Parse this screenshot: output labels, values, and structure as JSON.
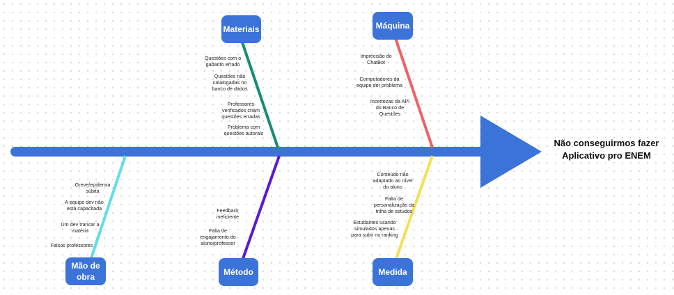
{
  "effect": "Não conseguirmos fazer Aplicativo pro ENEM",
  "colors": {
    "spine": "#3b73d9",
    "box": "#3b73d9",
    "materiais": "#178c73",
    "maquina": "#f06262",
    "mao_de_obra": "#62dde8",
    "metodo": "#5a17d8",
    "medida": "#f4df55"
  },
  "categories": {
    "materiais": {
      "label": "Materiais",
      "causes": [
        "Questões com o gabarito errado",
        "Questões não catalogadas no banco de dados",
        "Professores verificados criam questões erradas",
        "Problema com questões autorais"
      ]
    },
    "maquina": {
      "label": "Máquina",
      "causes": [
        "Imprecisão do ChatBot",
        "Computadores da equipe der problema",
        "Incertezas da API do Banco de Questões"
      ]
    },
    "mao_de_obra": {
      "label": "Mão de obra",
      "causes": [
        "Greve/epidemia súbita",
        "A equipe dev não está capacitada",
        "Um dev trancar a matéria",
        "Falsos professores"
      ]
    },
    "metodo": {
      "label": "Método",
      "causes": [
        "Feedback ineficiente",
        "Falta de engajamento do aluno/professor"
      ]
    },
    "medida": {
      "label": "Medida",
      "causes": [
        "Conteúdo não adaptado ao nível do aluno",
        "Falta de personalização da trilha de estudos",
        "Estudantes usando simulados apenas para subir no ranking"
      ]
    }
  }
}
